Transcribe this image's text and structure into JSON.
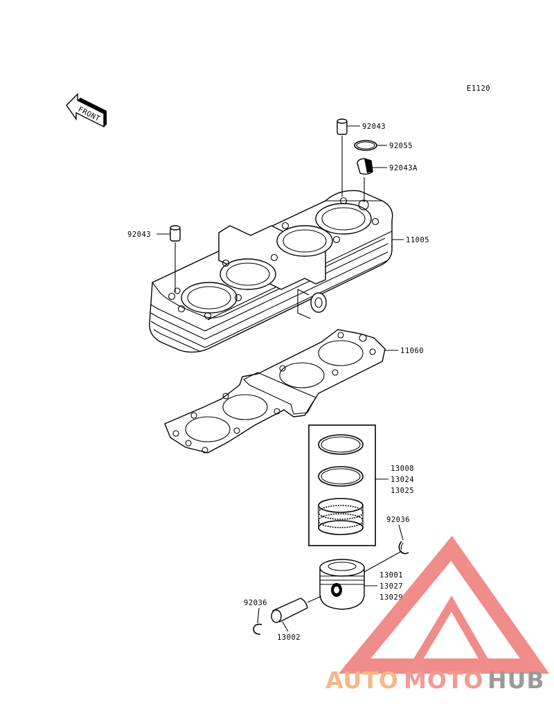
{
  "diagram": {
    "code": "E1120",
    "front_label": "FRONT",
    "callouts": [
      {
        "id": "92043-top",
        "text": "92043"
      },
      {
        "id": "92055",
        "text": "92055"
      },
      {
        "id": "92043A",
        "text": "92043A"
      },
      {
        "id": "92043-left",
        "text": "92043"
      },
      {
        "id": "11005",
        "text": "11005"
      },
      {
        "id": "11060",
        "text": "11060"
      },
      {
        "id": "13008",
        "text": "13008"
      },
      {
        "id": "13024",
        "text": "13024"
      },
      {
        "id": "13025",
        "text": "13025"
      },
      {
        "id": "92036-right",
        "text": "92036"
      },
      {
        "id": "13001",
        "text": "13001"
      },
      {
        "id": "13027",
        "text": "13027"
      },
      {
        "id": "13029",
        "text": "13029"
      },
      {
        "id": "92036-left",
        "text": "92036"
      },
      {
        "id": "13002",
        "text": "13002"
      }
    ]
  },
  "watermark": {
    "part1": "AUTO",
    "part2": "MOTO",
    "part3": "HUB",
    "colors": {
      "auto": "#f5b886",
      "moto": "#f19a93",
      "hub": "#9a9a9a",
      "triangle": "#ee7a76"
    }
  }
}
